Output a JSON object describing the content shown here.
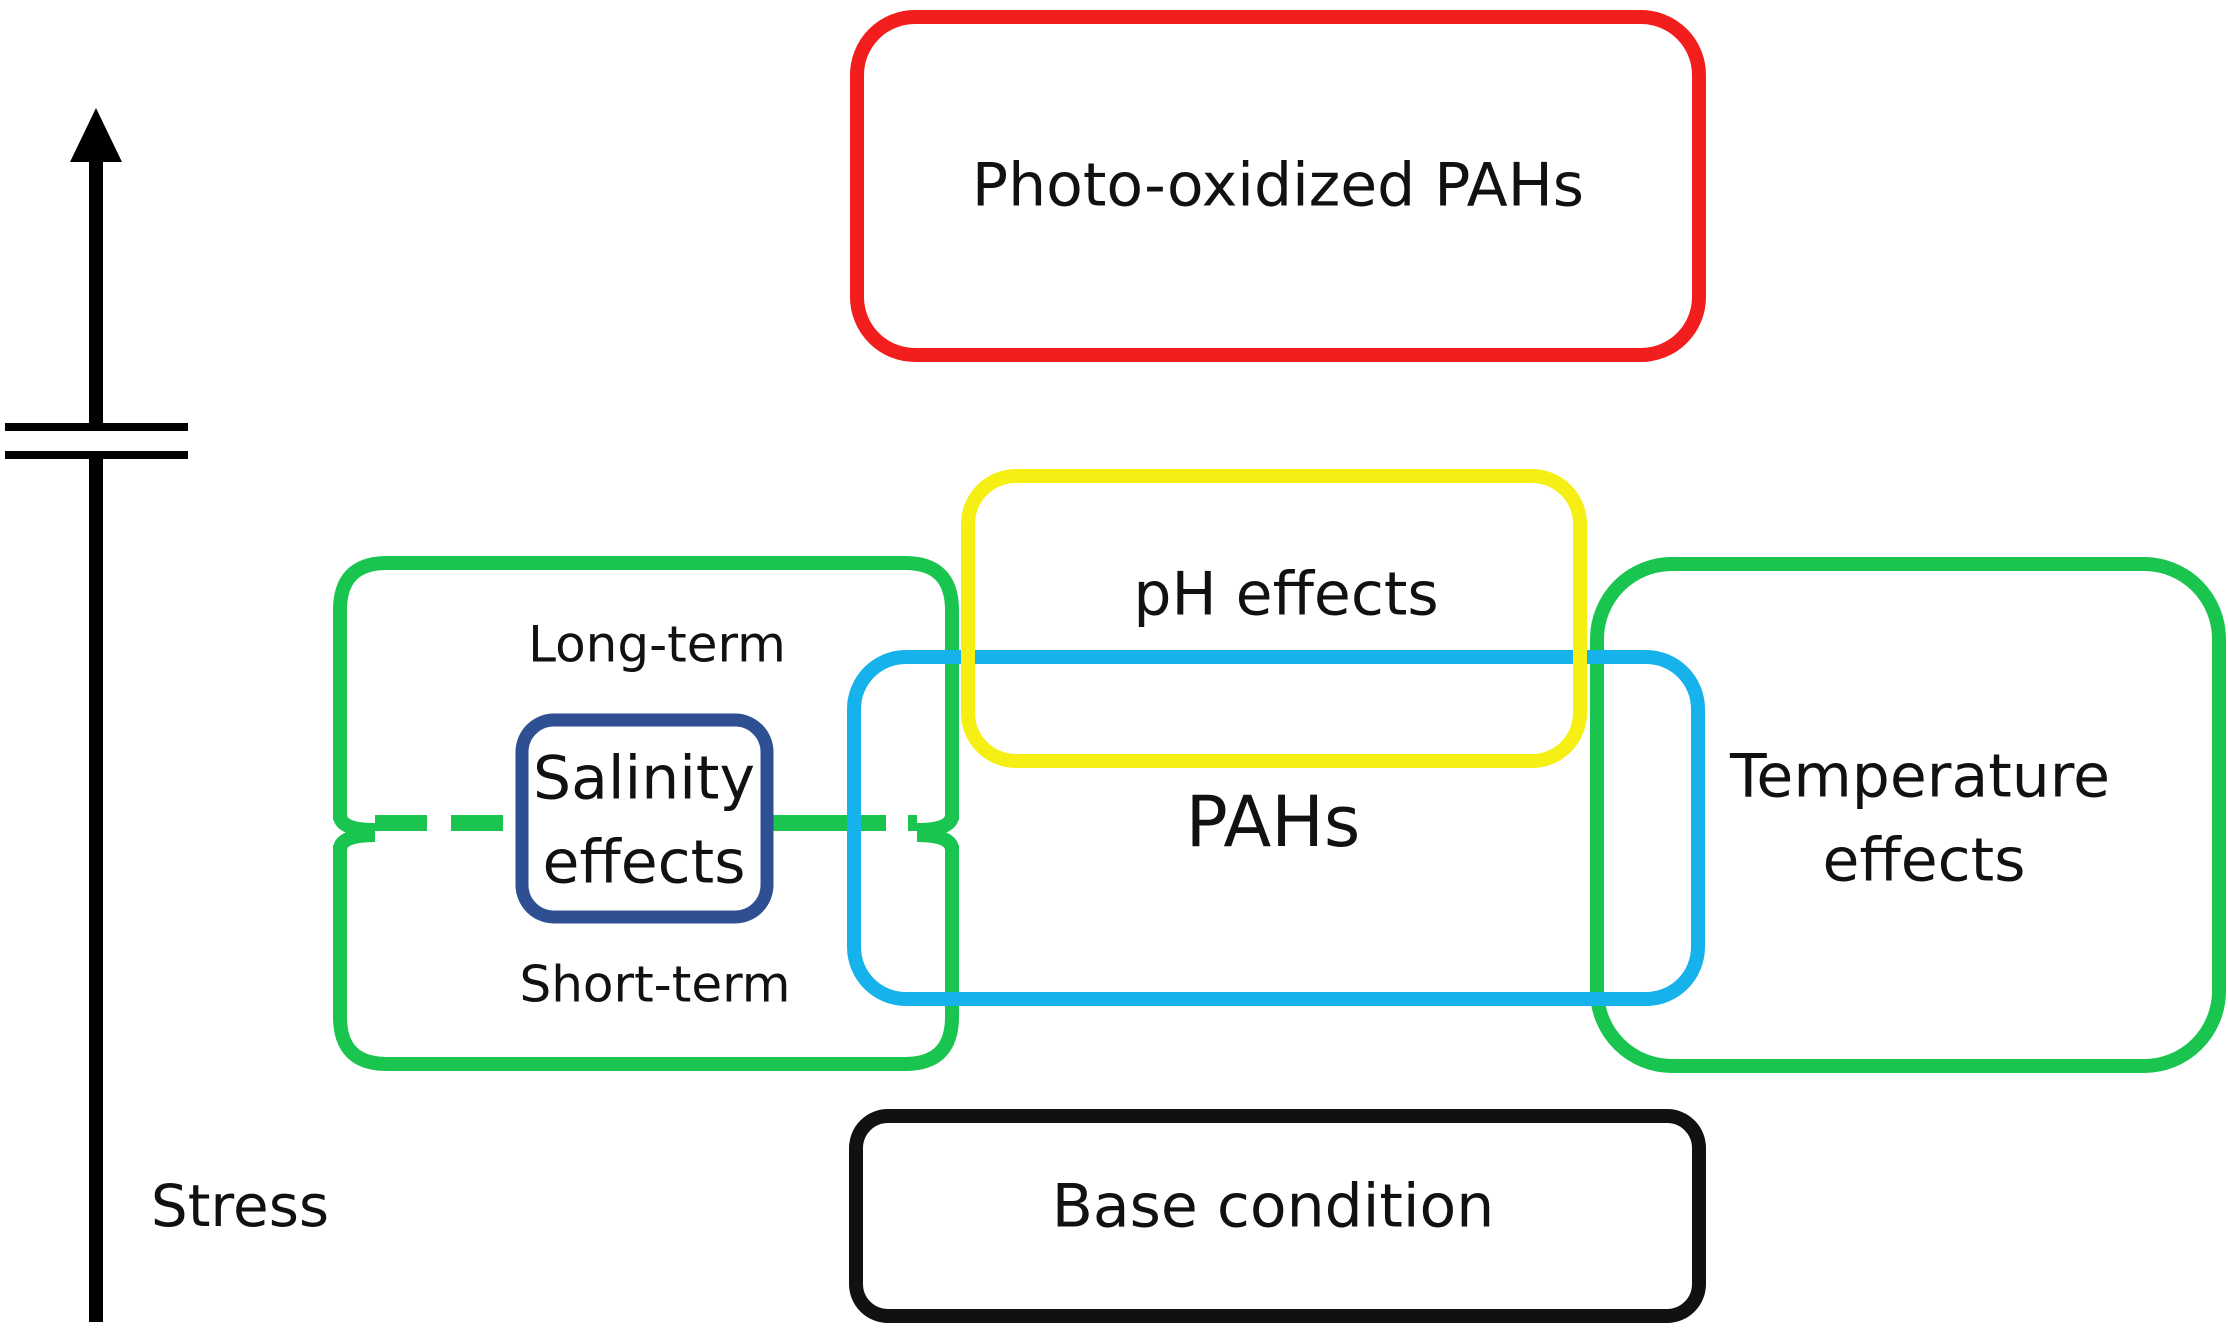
{
  "axis": {
    "label": "Stress"
  },
  "boxes": {
    "photo_oxidized": {
      "label": "Photo-oxidized PAHs",
      "color": "#f21d1d"
    },
    "ph_effects": {
      "label": "pH effects",
      "color": "#f5ef14"
    },
    "pahs": {
      "label": "PAHs",
      "color": "#15b2ec"
    },
    "salinity": {
      "label_line1": "Salinity",
      "label_line2": "effects",
      "color": "#2e4f92",
      "long_term_label": "Long-term",
      "short_term_label": "Short-term",
      "outline_color": "#19c44f"
    },
    "temperature": {
      "label_line1": "Temperature",
      "label_line2": "effects",
      "color": "#19c44f"
    },
    "base_condition": {
      "label": "Base condition",
      "color": "#111111"
    }
  }
}
